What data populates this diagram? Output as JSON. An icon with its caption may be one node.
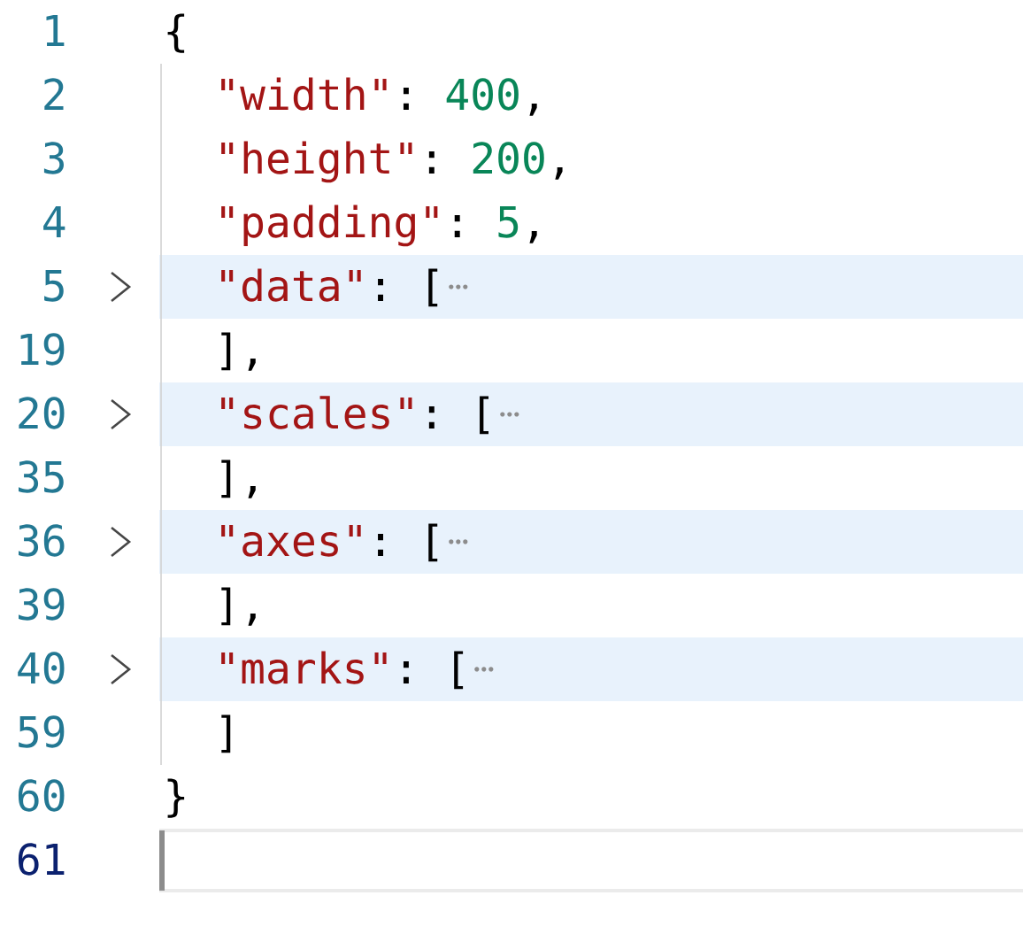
{
  "diagram": {
    "labels": [
      "1",
      "{",
      "2",
      "\"width\"",
      ":",
      "400",
      ",",
      "3",
      "\"height\"",
      ":",
      "200",
      ",",
      "4",
      "\"padding\"",
      ":",
      "5",
      ",",
      "5",
      "\"data\"",
      ":",
      "[",
      "19",
      "],",
      "20",
      "\"scales\"",
      ":",
      "[",
      "35",
      "],",
      "36",
      "\"axes\"",
      ":",
      "[",
      "39",
      "],",
      "40",
      "\"marks\"",
      ":",
      "[",
      "59",
      "]",
      "60",
      "}",
      "61"
    ]
  }
}
